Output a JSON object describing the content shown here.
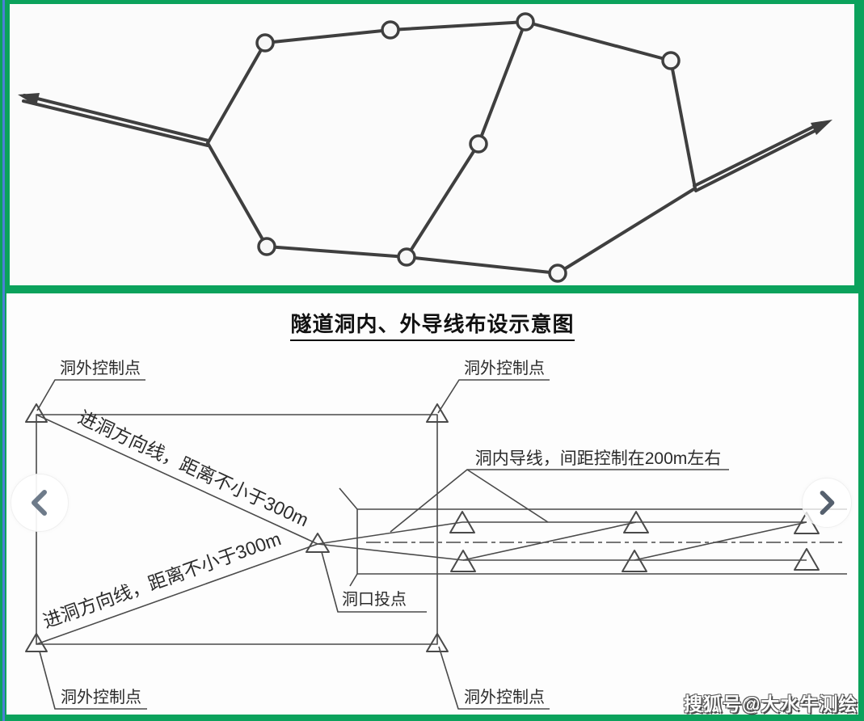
{
  "frame": {
    "green": "#0ba25c",
    "blue_edge": "#4b7fd6",
    "panel_background": "#fbfbfb"
  },
  "top_diagram": {
    "name": "control-network-sketch",
    "node_count": 8,
    "junction_count": 2,
    "arrow_count": 2
  },
  "bottom_diagram": {
    "title": "隧道洞内、外导线布设示意图",
    "labels": {
      "outer_control_point": "洞外控制点",
      "portal_projection_point": "洞口投点",
      "inner_traverse": "洞内导线，间距控制在200m左右",
      "entry_direction_line": "进洞方向线，距离不小于300m"
    }
  },
  "icons": {
    "prev": "chevron-left-icon",
    "next": "chevron-right-icon"
  },
  "watermark": "搜狐号@大水牛测绘"
}
